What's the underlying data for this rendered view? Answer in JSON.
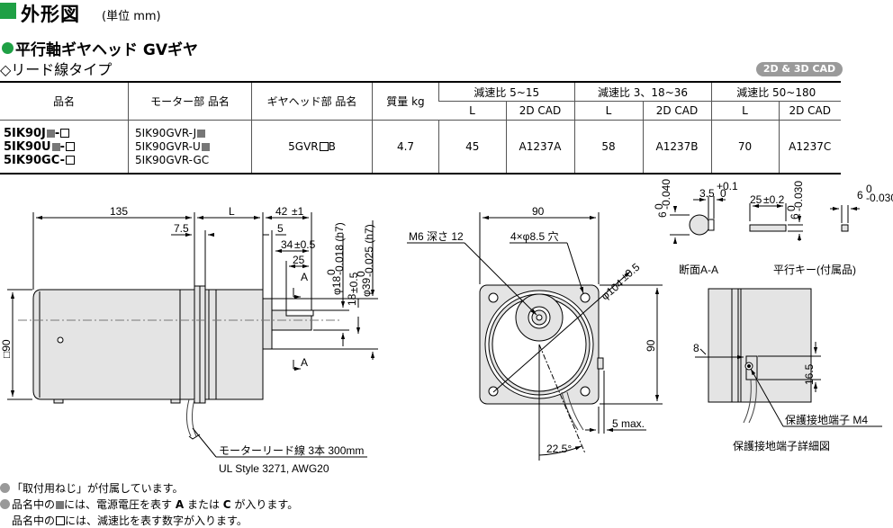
{
  "header": {
    "title": "外形図",
    "unit": "(単位 mm)",
    "subtitle": "平行軸ギヤヘッド GVギヤ",
    "type_label": "◇リード線タイプ",
    "cad_badge": "2D & 3D CAD"
  },
  "table": {
    "headers": {
      "product": "品名",
      "motor": "モーター部 品名",
      "gear": "ギヤヘッド部 品名",
      "mass": "質量 kg",
      "ratio1": "減速比 5~15",
      "ratio2": "減速比 3、18~36",
      "ratio3": "減速比 50~180",
      "l": "L",
      "cad": "2D CAD"
    },
    "row": {
      "product_1": "5IK90J",
      "product_2": "5IK90U",
      "product_3": "5IK90GC",
      "motor_1": "5IK90GVR-J",
      "motor_2": "5IK90GVR-U",
      "motor_3": "5IK90GVR-GC",
      "gear_pre": "5GVR",
      "gear_post": "B",
      "mass": "4.7",
      "l1": "45",
      "cad1": "A1237A",
      "l2": "58",
      "cad2": "A1237B",
      "l3": "70",
      "cad3": "A1237C"
    }
  },
  "drawing": {
    "d135": "135",
    "dL": "L",
    "d42": "42",
    "d42tol": "±1",
    "d7_5": "7.5",
    "d5": "5",
    "d34": "34",
    "d34tol": "±0.5",
    "d25": "25",
    "secA": "A",
    "phi18": "φ18",
    "phi18tol": "-0.018 (h7)",
    "d18": "18",
    "d18tol": "±0.5",
    "phi39": "φ39",
    "phi39tol": "-0.025 (h7)",
    "tol0": "0",
    "sq90": "□90",
    "lead_note1": "モーターリード線 3本 300mm",
    "lead_note2": "UL Style 3271, AWG20",
    "d90": "90",
    "m6": "M6 深さ 12",
    "holes": "4×φ8.5 穴",
    "phi104": "φ104",
    "phi104tol": "±0.5",
    "d90v": "90",
    "d5max": "5 max.",
    "angle": "22.5°",
    "sec_d35": "3.5",
    "sec_d35tol": "+0.1",
    "sec_d6": "6",
    "sec_d6tol": "-0.040",
    "sec_label": "断面A-A",
    "key_d25": "25",
    "key_d25tol": "±0.2",
    "key_d6": "6",
    "key_d6tol": "-0.030",
    "key_d6b": "6",
    "key_d6btol": "-0.030",
    "key_label": "平行キー(付属品)",
    "term_d8": "8",
    "term_d16_5": "16.5",
    "term_m4": "保護接地端子 M4",
    "term_label": "保護接地端子詳細図"
  },
  "notes": {
    "n1": "「取付用ねじ」が付属しています。",
    "n2_pre": "品名中の",
    "n2_mid": "には、電源電圧を表す ",
    "n2_a": "A",
    "n2_or": " または ",
    "n2_c": "C",
    "n2_post": " が入ります。",
    "n3_pre": "品名中の",
    "n3_post": "には、減速比を表す数字が入ります。"
  },
  "colors": {
    "accent": "#1fa045",
    "body_gray": "#e4e4e4",
    "badge": "#9a9a9a"
  }
}
